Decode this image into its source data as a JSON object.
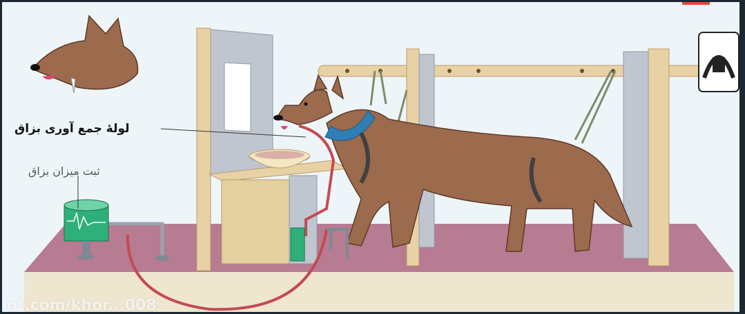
{
  "labels": {
    "saliva_tube": "لولهٔ جمع آوری بزاق",
    "saliva_recorder": "ثبت میزان بزاق"
  },
  "watermark": "nt.com/khor...008",
  "colors": {
    "background": "#eef5f8",
    "platform_top": "#b77b92",
    "platform_front": "#efe6cf",
    "wood": "#e8d2a5",
    "panel": "#bfc6cf",
    "dog": "#9c6a4c",
    "collar": "#2f7fb5",
    "tube": "#c44a52",
    "bowl": "#f5e6c2",
    "recorder": "#2fb07a"
  }
}
